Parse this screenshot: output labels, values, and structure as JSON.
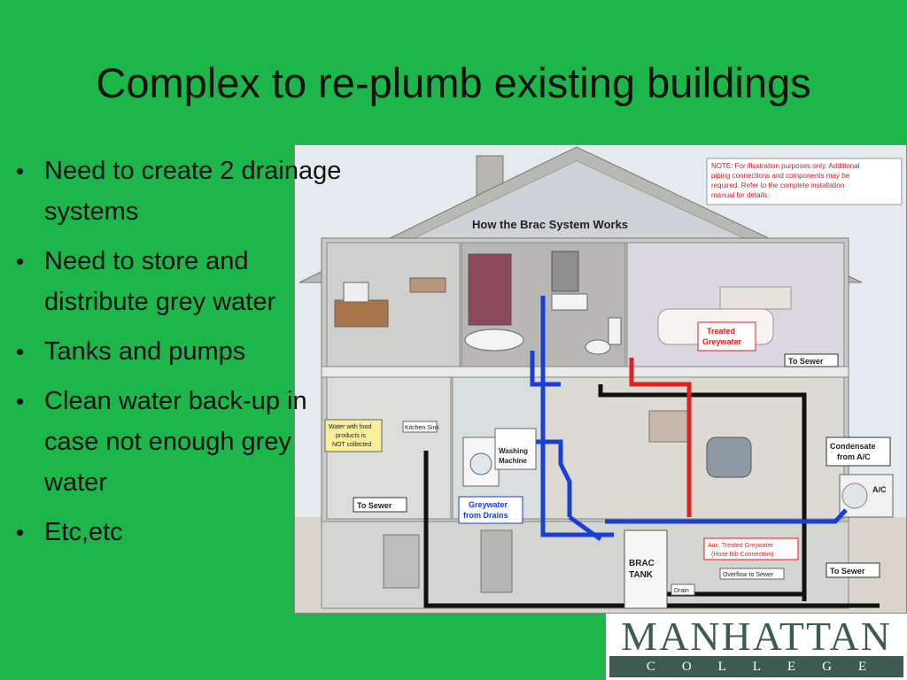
{
  "title": "Complex to re-plumb existing buildings",
  "bullets": [
    "Need to create 2 drainage systems",
    "Need to store and distribute grey water",
    "Tanks and pumps",
    "Clean water back-up in case not enough grey water",
    "Etc,etc"
  ],
  "diagram": {
    "heading": "How the Brac System Works",
    "note": [
      "NOTE: For illustration purposes only.  Additional",
      "piping connections and components may be",
      "required.  Refer to the complete installation",
      "manual for details."
    ],
    "treated_greywater": [
      "Treated",
      "Greywater"
    ],
    "to_sewer": "To Sewer",
    "condensate": [
      "Condensate",
      "from A/C"
    ],
    "ac": "A/C",
    "kitchen_sink": "Kitchen Sink",
    "food_note": [
      "Water with food",
      "products is",
      "NOT collected"
    ],
    "washing_machine": [
      "Washing",
      "Machine"
    ],
    "greywater_drains": [
      "Greywater",
      "from Drains"
    ],
    "aux": [
      "Aux. Treated Greywater",
      "(Hose Bib Connection)"
    ],
    "brac_tank": [
      "BRAC",
      "TANK"
    ],
    "overflow": "Overflow to Sewer",
    "drain": "Drain"
  },
  "logo": {
    "name": "MANHATTAN",
    "sub": "COLLEGE"
  },
  "colors": {
    "background": "#1db64a",
    "drain_pipe": "#111111",
    "greywater_pipe": "#1a3fd6",
    "treated_pipe": "#e0201c",
    "logo": "#3e5b50"
  }
}
